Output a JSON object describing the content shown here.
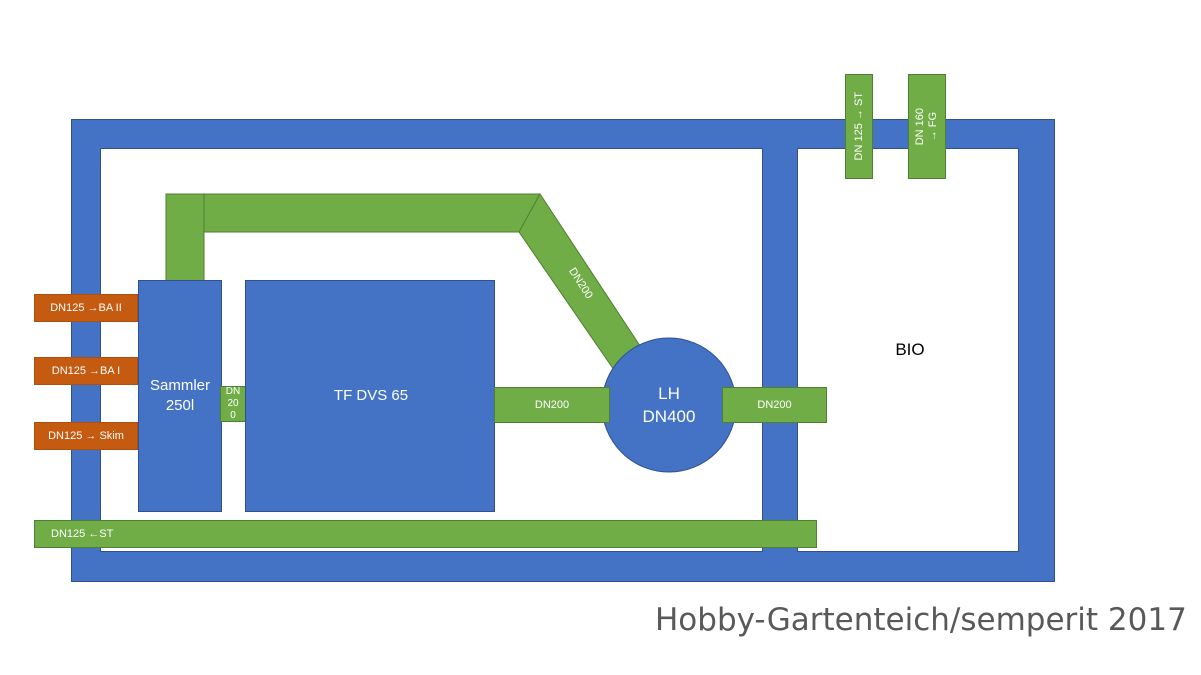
{
  "labels": {
    "sammler": "Sammler 250l",
    "sammler_line1": "Sammler",
    "sammler_line2": "250l",
    "tf": "TF DVS 65",
    "lh_line1": "LH",
    "lh_line2": "DN400",
    "bio": "BIO",
    "dn200_left": "DN200",
    "dn200_right": "DN200",
    "dn200_diag": "DN200",
    "dn200_small_1": "DN",
    "dn200_small_2": "20",
    "dn200_small_3": "0",
    "inlet_ba2": "DN125 →BA II",
    "inlet_ba1": "DN125 →BA I",
    "inlet_skim": "DN125 → Skim",
    "return_st": "DN125 ←ST",
    "top_st": "DN 125 → ST",
    "top_fg_1": "DN 160",
    "top_fg_2": "→ FG",
    "watermark": "Hobby-Gartenteich/semperit 2017"
  },
  "colors": {
    "blue": "#4472c4",
    "green": "#70ad47",
    "orange": "#c55a11",
    "watermark": "#595959"
  }
}
